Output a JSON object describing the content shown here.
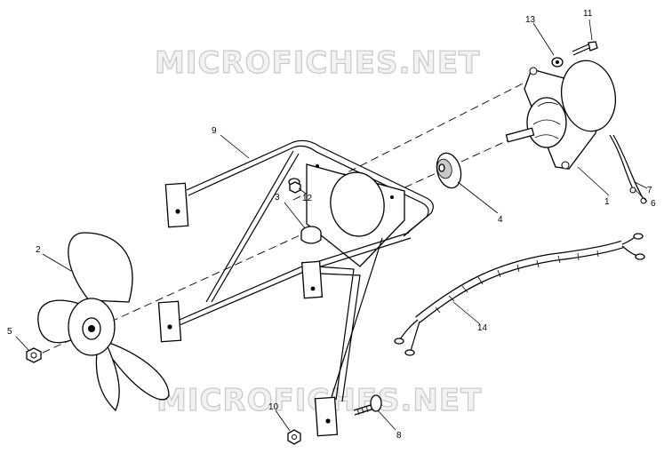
{
  "watermark": {
    "top": "MICROFICHES.NET",
    "bottom": "MICROFICHES.NET"
  },
  "callouts": [
    {
      "key": "fan_motor",
      "label": "1"
    },
    {
      "key": "fan_blade",
      "label": "2"
    },
    {
      "key": "spacer",
      "label": "3"
    },
    {
      "key": "hub",
      "label": "4"
    },
    {
      "key": "fan_nut",
      "label": "5"
    },
    {
      "key": "wire_6",
      "label": "6"
    },
    {
      "key": "wire_7",
      "label": "7"
    },
    {
      "key": "bolt",
      "label": "8"
    },
    {
      "key": "bracket",
      "label": "9"
    },
    {
      "key": "bracket_nut",
      "label": "10"
    },
    {
      "key": "motor_screw",
      "label": "11"
    },
    {
      "key": "bracket_washer",
      "label": "12"
    },
    {
      "key": "motor_washer",
      "label": "13"
    },
    {
      "key": "harness",
      "label": "14"
    }
  ]
}
